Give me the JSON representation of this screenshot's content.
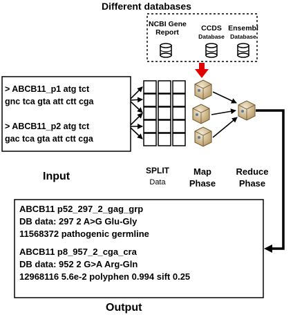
{
  "databases": {
    "title": "Different databases",
    "items": [
      {
        "line1": "NCBI Gene",
        "line2": "Report"
      },
      {
        "line1": "CCDS",
        "line2": "Database"
      },
      {
        "line1": "Ensembl",
        "line2": "Database"
      }
    ]
  },
  "input": {
    "label": "Input",
    "lines": [
      "> ABCB11_p1 atg tct",
      "gnc tca gta att ctt cga",
      "> ABCB11_p2 atg tct",
      "gac tca gta att ctt cga"
    ]
  },
  "stages": {
    "split": {
      "line1": "SPLIT",
      "line2": "Data"
    },
    "map": {
      "line1": "Map",
      "line2": "Phase"
    },
    "reduce": {
      "line1": "Reduce",
      "line2": "Phase"
    }
  },
  "output": {
    "label": "Output",
    "lines": [
      "ABCB11  p52_297_2_gag_grp",
      "DB data:  297 2 A>G Glu-Gly",
      "11568372  pathogenic germline",
      "ABCB11  p8_957_2_cga_cra",
      "DB data:  952 2 G>A Arg-Gln",
      "12968116  5.6e-2 polyphen 0.994 sift 0.25"
    ]
  },
  "colors": {
    "arrow_db": "#e00000",
    "server": "#d9c29a"
  }
}
